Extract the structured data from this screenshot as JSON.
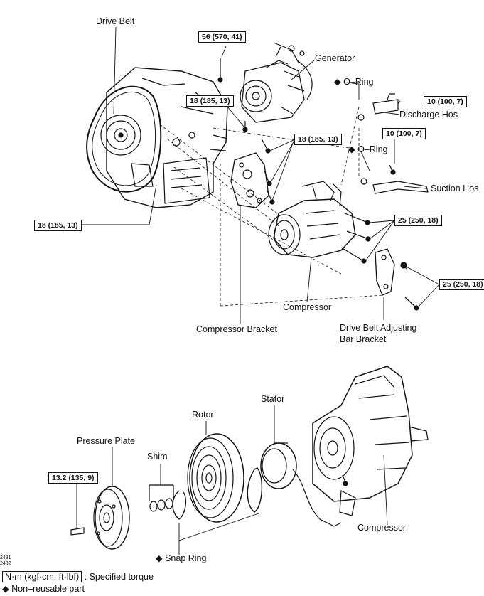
{
  "labels": {
    "drive_belt": "Drive Belt",
    "generator": "Generator",
    "o_ring_1": "◆ O–Ring",
    "discharge_hose": "Discharge Hos",
    "o_ring_2": "◆ O–Ring",
    "suction_hose": "Suction Hos",
    "compressor_top": "Compressor",
    "compressor_bracket": "Compressor Bracket",
    "adjusting_bar_line1": "Drive Belt Adjusting",
    "adjusting_bar_line2": "Bar Bracket",
    "stator": "Stator",
    "rotor": "Rotor",
    "pressure_plate": "Pressure Plate",
    "shim": "Shim",
    "compressor_bottom": "Compressor",
    "snap_ring": "◆ Snap Ring"
  },
  "torques": {
    "t56": "56 (570, 41)",
    "t18_gen": "18 (185, 13)",
    "t18_bracket": "18 (185, 13)",
    "t18_left": "18 (185, 13)",
    "t10_discharge": "10 (100, 7)",
    "t10_suction": "10 (100, 7)",
    "t25_a": "25 (250, 18)",
    "t25_b": "25 (250, 18)",
    "t13_2": "13.2 (135, 9)"
  },
  "figure_codes": {
    "code1": "2431",
    "code2": "2432"
  },
  "legend": {
    "torque_unit": "N·m (kgf·cm, ft·lbf)",
    "torque_desc": ": Specified torque",
    "nonreusable": "◆ Non–reusable part"
  }
}
